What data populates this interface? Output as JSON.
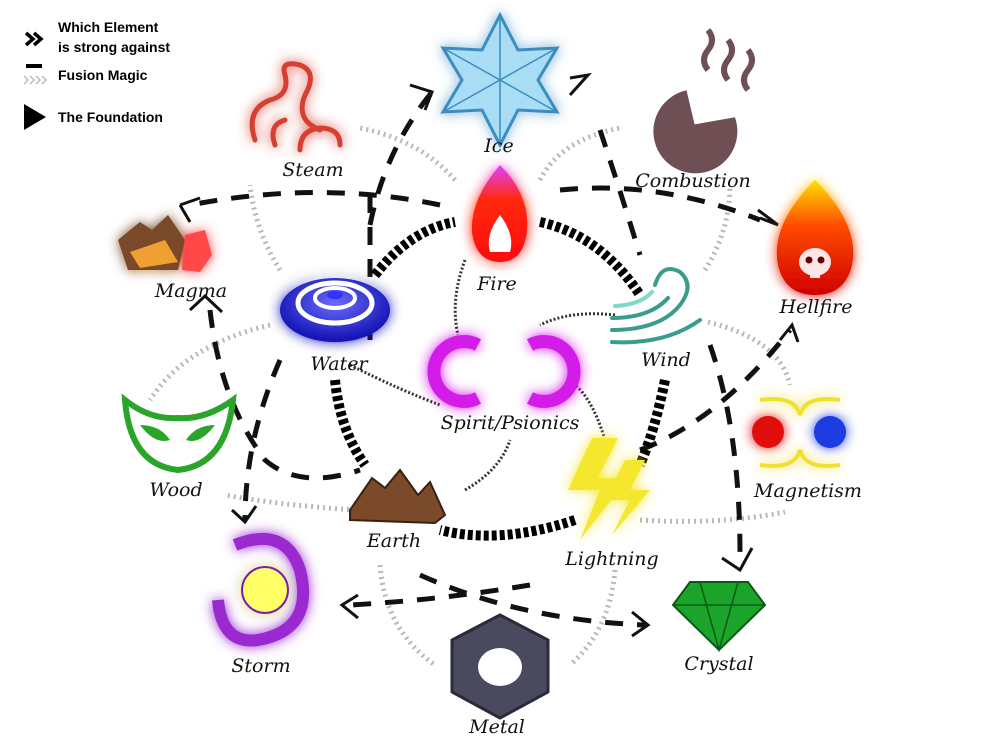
{
  "legend": {
    "items": [
      {
        "id": "strong",
        "label_lines": [
          "Which Element",
          "is strong against"
        ],
        "icon": "double-chevron-icon"
      },
      {
        "id": "fusion",
        "label_lines": [
          "Fusion Magic"
        ],
        "icon": "dash-and-chevron-trail-icon"
      },
      {
        "id": "foundation",
        "label_lines": [
          "The Foundation"
        ],
        "icon": "triangle-arrow-icon"
      }
    ]
  },
  "elements": {
    "fire": {
      "label": "Fire",
      "color": "#ff2a10"
    },
    "ice": {
      "label": "Ice",
      "color": "#8fd0f0"
    },
    "steam": {
      "label": "Steam",
      "color": "#e04a3a"
    },
    "combustion": {
      "label": "Combustion",
      "color": "#6e5054"
    },
    "magma": {
      "label": "Magma",
      "color": "#d98a2a"
    },
    "hellfire": {
      "label": "Hellfire",
      "color": "#ff3a00"
    },
    "water": {
      "label": "Water",
      "color": "#2a2ad0"
    },
    "wind": {
      "label": "Wind",
      "color": "#5ec4b2"
    },
    "spirit": {
      "label": "Spirit/Psionics",
      "color": "#d41ee8"
    },
    "wood": {
      "label": "Wood",
      "color": "#2aa52a"
    },
    "magnetism": {
      "label": "Magnetism",
      "color": "#e01010"
    },
    "earth": {
      "label": "Earth",
      "color": "#7a4a2a"
    },
    "lightning": {
      "label": "Lightning",
      "color": "#f0e030"
    },
    "storm": {
      "label": "Storm",
      "color": "#9a2ad0"
    },
    "metal": {
      "label": "Metal",
      "color": "#4a4a5e"
    },
    "crystal": {
      "label": "Crystal",
      "color": "#1aa52a"
    }
  }
}
